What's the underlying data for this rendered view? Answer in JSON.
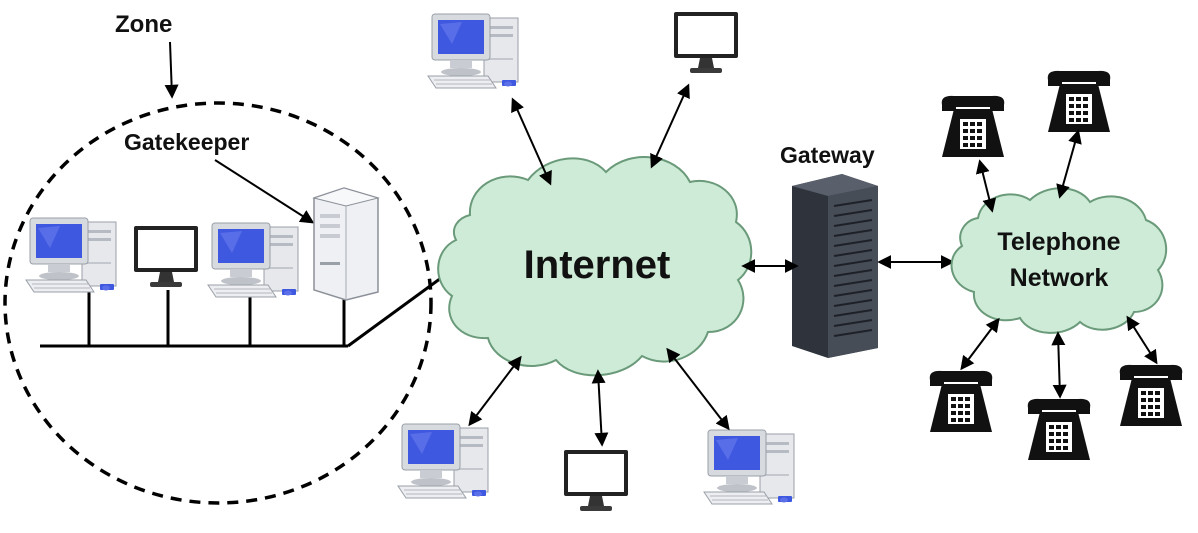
{
  "labels": {
    "zone": "Zone",
    "gatekeeper": "Gatekeeper",
    "gateway": "Gateway",
    "internet": "Internet",
    "telephone_line1": "Telephone",
    "telephone_line2": "Network"
  },
  "colors": {
    "cloud_fill": "#cdebd6",
    "cloud_stroke": "#6a9a7a",
    "screen_blue": "#3f58e0",
    "tower_gray": "#e4e6ea",
    "server_dark": "#3b4049",
    "phone_black": "#111111"
  },
  "icons": [
    "desktop-computer-icon",
    "monitor-icon",
    "server-tower-icon",
    "rack-server-icon",
    "telephone-icon",
    "cloud-icon"
  ]
}
